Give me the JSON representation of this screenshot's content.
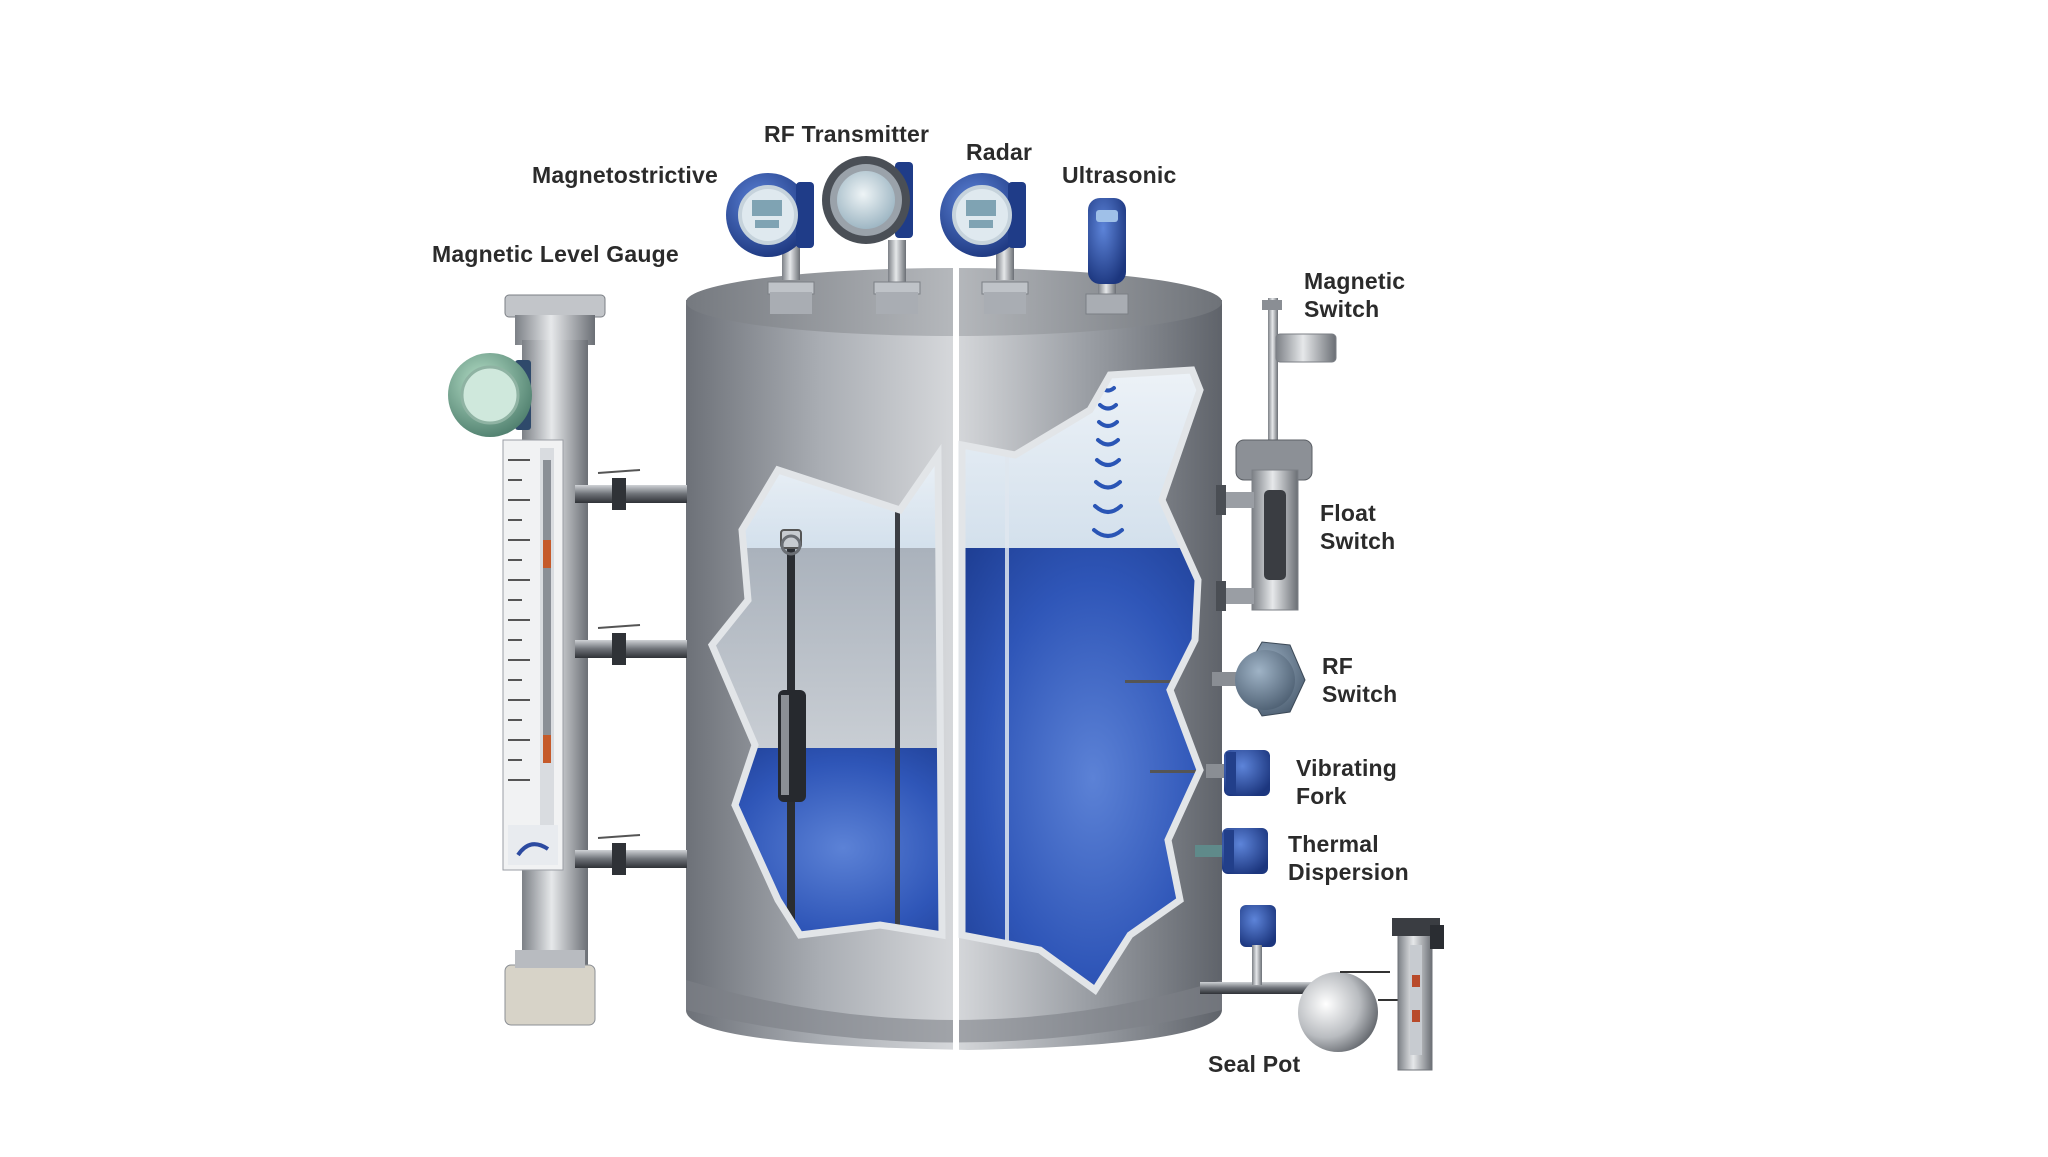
{
  "labels": {
    "rf_transmitter": "RF Transmitter",
    "magnetostrictive": "Magnetostrictive",
    "radar": "Radar",
    "ultrasonic": "Ultrasonic",
    "magnetic_level_gauge": "Magnetic Level Gauge",
    "magnetic_switch_line1": "Magnetic",
    "magnetic_switch_line2": "Switch",
    "float_switch_line1": "Float",
    "float_switch_line2": "Switch",
    "rf_switch_line1": "RF",
    "rf_switch_line2": "Switch",
    "vibrating_fork_line1": "Vibrating",
    "vibrating_fork_line2": "Fork",
    "thermal_dispersion_line1": "Thermal",
    "thermal_dispersion_line2": "Dispersion",
    "seal_pot": "Seal Pot"
  },
  "colors": {
    "tank_steel": "#8e939a",
    "liquid_blue": "#2f56b8",
    "vapor_light": "#dfe9f3",
    "instrument_blue": "#2c4aa0",
    "label_text": "#2b2b2b"
  },
  "icons": {
    "magnetostrictive": "transmitter-head-icon",
    "rf_transmitter": "transmitter-head-icon",
    "radar": "transmitter-head-icon",
    "ultrasonic": "ultrasonic-sensor-icon",
    "magnetic_level_gauge": "level-gauge-icon",
    "magnetic_switch": "magnetic-switch-icon",
    "float_switch": "float-chamber-icon",
    "rf_switch": "rf-switch-housing-icon",
    "vibrating_fork": "vibrating-fork-icon",
    "thermal_dispersion": "thermal-sensor-icon",
    "seal_pot": "seal-pot-icon"
  }
}
